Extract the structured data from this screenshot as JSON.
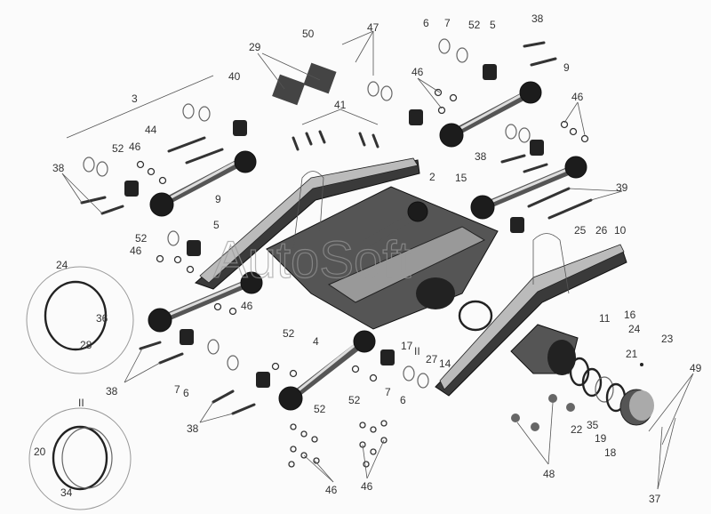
{
  "watermark": "AutoSoft",
  "labels": [
    "3",
    "29",
    "50",
    "47",
    "6",
    "7",
    "52",
    "5",
    "38",
    "9",
    "40",
    "41",
    "46",
    "46",
    "44",
    "52",
    "46",
    "38",
    "9",
    "2",
    "15",
    "38",
    "39",
    "5",
    "52",
    "46",
    "25",
    "26",
    "10",
    "24",
    "36",
    "28",
    "46",
    "52",
    "4",
    "17",
    "II",
    "27",
    "14",
    "11",
    "16",
    "24",
    "23",
    "21",
    "7",
    "6",
    "38",
    "7",
    "6",
    "49",
    "52",
    "52",
    "II",
    "38",
    "22",
    "35",
    "19",
    "18",
    "20",
    "34",
    "46",
    "46",
    "48",
    "37"
  ]
}
